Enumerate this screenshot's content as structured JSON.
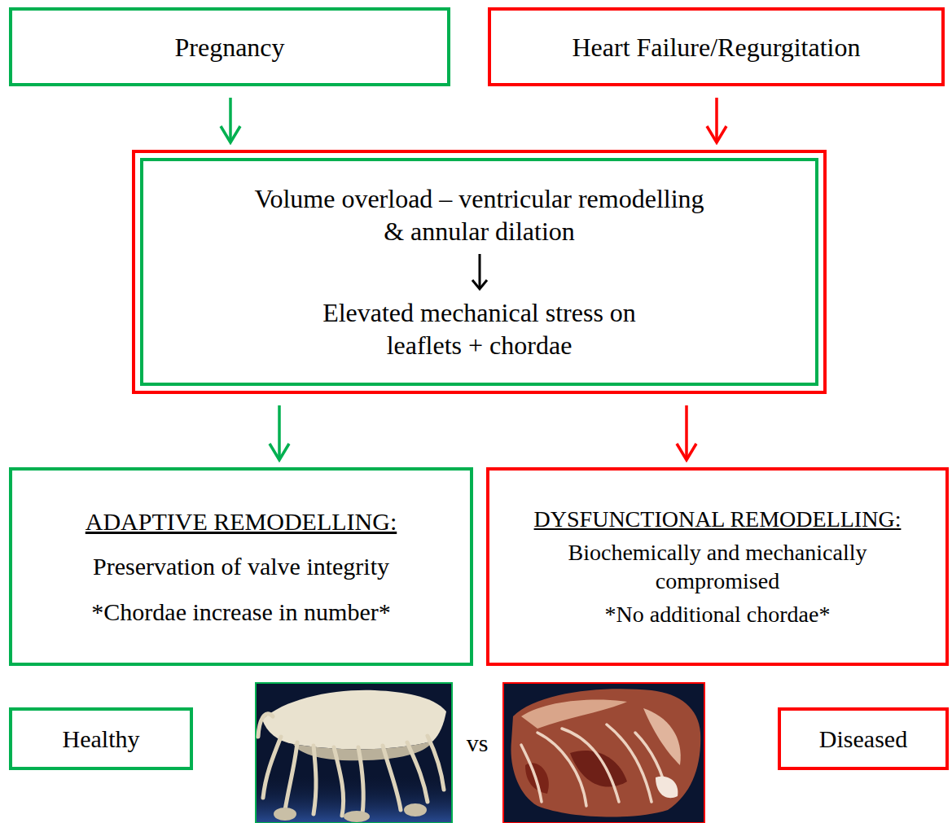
{
  "diagram": {
    "nodes": [
      {
        "text": [
          "Pregnancy"
        ]
      },
      {
        "text": [
          "Heart Failure/Regurgitation"
        ]
      },
      {
        "text": [
          "Volume overload – ventricular remodelling & annular dilation",
          "Elevated mechanical stress on leaflets + chordae"
        ]
      },
      {
        "text": [
          "ADAPTIVE REMODELLING:",
          "Preservation of valve integrity",
          "*Chordae increase in number*"
        ]
      },
      {
        "text": [
          "DYSFUNCTIONAL REMODELLING:",
          "Biochemically and mechanically compromised",
          "*No additional chordae*"
        ]
      },
      {
        "text": [
          "Healthy"
        ]
      },
      {
        "text": [
          "Diseased"
        ]
      }
    ],
    "edges": [
      {
        "from": 0,
        "to": 2,
        "arrow": "to"
      },
      {
        "from": 1,
        "to": 2,
        "arrow": "to"
      },
      {
        "from": 2,
        "to": 3,
        "arrow": "to"
      },
      {
        "from": 2,
        "to": 4,
        "arrow": "to"
      }
    ],
    "labels": [
      "vs"
    ]
  }
}
